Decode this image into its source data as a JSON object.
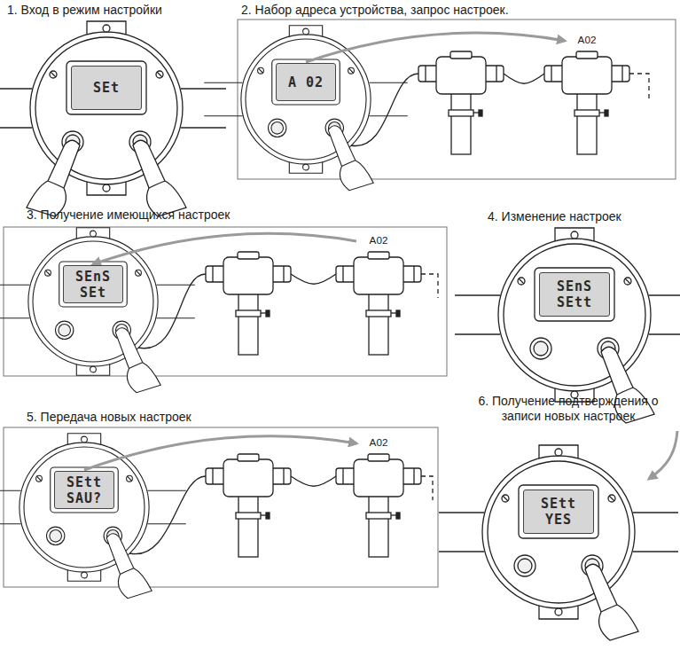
{
  "diagram": {
    "nodes": [
      {
        "text": [
          "1. Вход в режим настройки"
        ]
      },
      {
        "text": [
          "SEt"
        ],
        "in": 0
      },
      {
        "text": [
          "2. Набор адреса устройства, запрос настроек."
        ]
      },
      {
        "text": [
          "A 02"
        ],
        "in": 2
      },
      {
        "text": [
          "A02"
        ],
        "in": 2
      },
      {
        "text": [
          "3. Получение имеющихся настроек"
        ]
      },
      {
        "text": [
          "SEnS",
          "SEt"
        ],
        "in": 5
      },
      {
        "text": [
          "A02"
        ],
        "in": 5
      },
      {
        "text": [
          "4. Изменение настроек"
        ]
      },
      {
        "text": [
          "SEnS",
          "SEtt"
        ],
        "in": 8
      },
      {
        "text": [
          "5. Передача новых настроек"
        ]
      },
      {
        "text": [
          "SEtt",
          "SAU?"
        ],
        "in": 10
      },
      {
        "text": [
          "A02"
        ],
        "in": 10
      },
      {
        "text": [
          "6. Получение подтверждения о записи новых настроек"
        ]
      },
      {
        "text": [
          "SEtt",
          "YES"
        ],
        "in": 13
      }
    ],
    "edges": [
      {
        "from": 3,
        "to": 4,
        "arrow": "to"
      },
      {
        "from": 7,
        "to": 6,
        "arrow": "to"
      },
      {
        "from": 11,
        "to": 12,
        "arrow": "to"
      }
    ]
  }
}
